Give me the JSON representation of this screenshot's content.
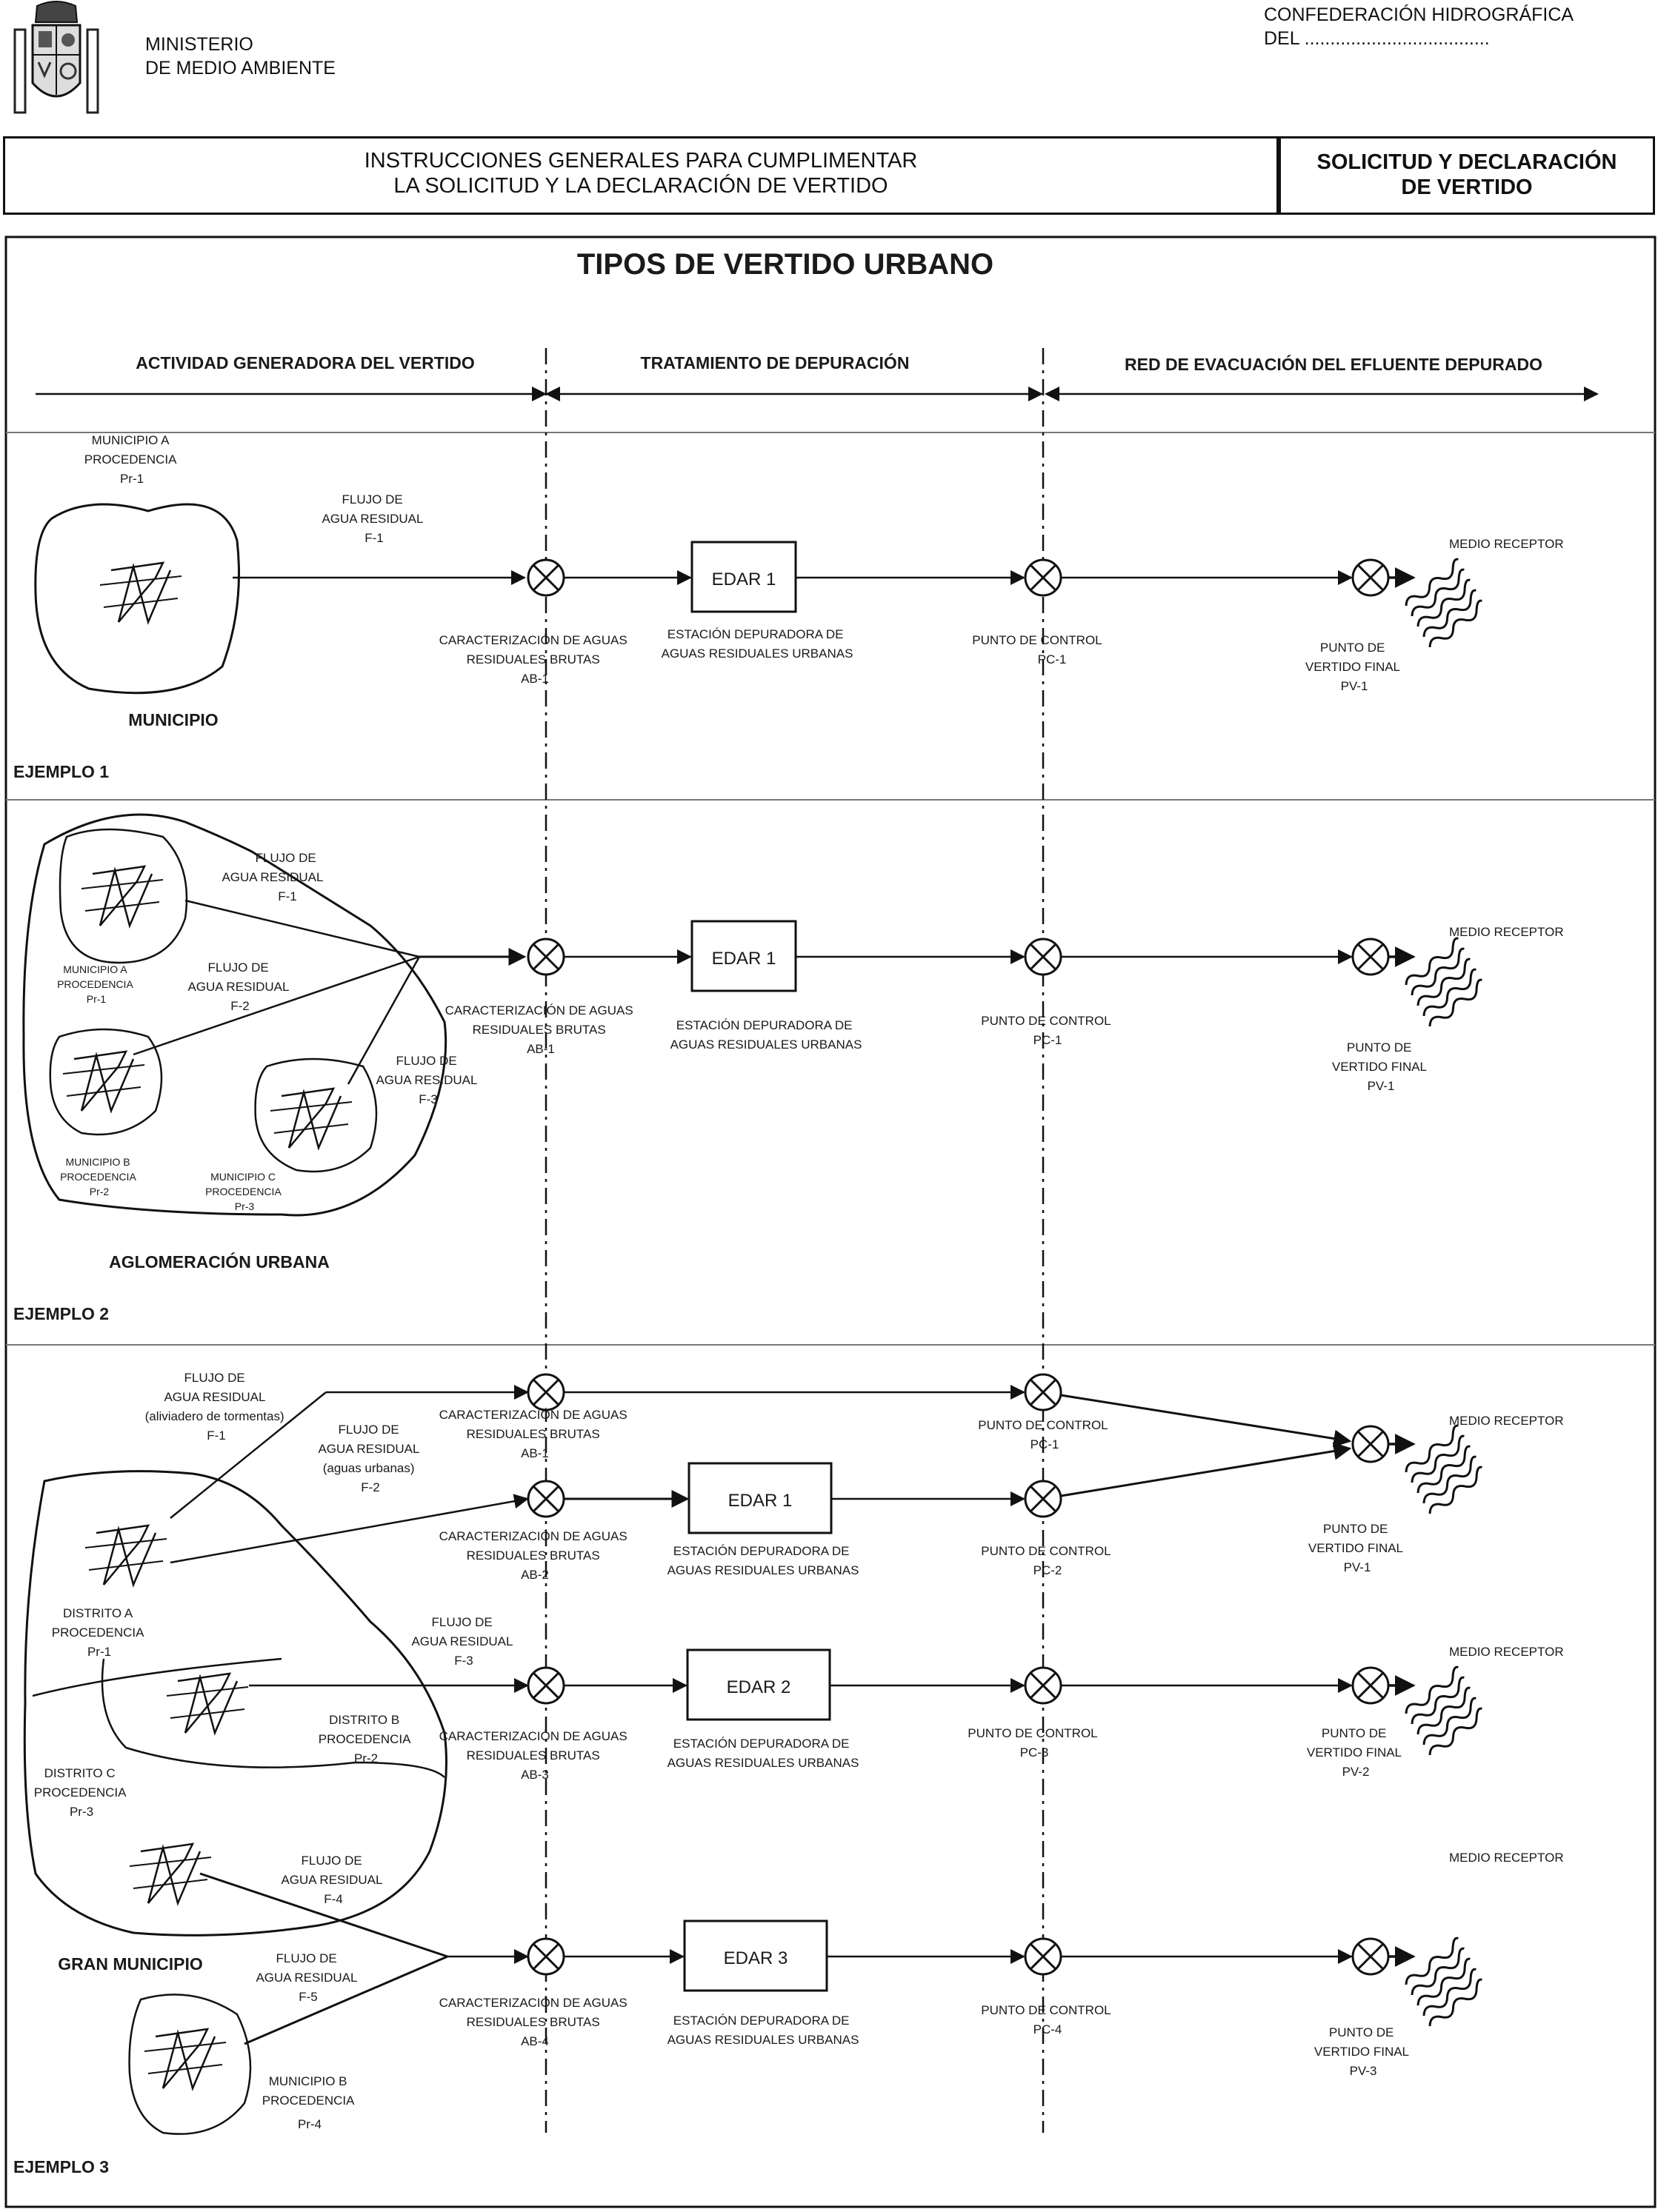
{
  "header": {
    "ministry_line1": "MINISTERIO",
    "ministry_line2": "DE MEDIO AMBIENTE",
    "confed_line1": "CONFEDERACIÓN HIDROGRÁFICA",
    "confed_line2": "DEL ....................................",
    "instructions_line1": "INSTRUCCIONES GENERALES PARA CUMPLIMENTAR",
    "instructions_line2": "LA SOLICITUD Y LA DECLARACIÓN DE VERTIDO",
    "form_line1": "SOLICITUD Y DECLARACIÓN",
    "form_line2": "DE VERTIDO"
  },
  "title": "TIPOS DE VERTIDO URBANO",
  "columns": {
    "activity": "ACTIVIDAD GENERADORA DEL VERTIDO",
    "treatment": "TRATAMIENTO DE DEPURACIÓN",
    "network": "RED DE EVACUACIÓN DEL EFLUENTE DEPURADO"
  },
  "common": {
    "medio_receptor": "MEDIO RECEPTOR",
    "char_l1": "CARACTERIZACIÓN DE AGUAS",
    "char_l2": "RESIDUALES BRUTAS",
    "edar_l1": "ESTACIÓN DEPURADORA DE",
    "edar_l2": "AGUAS RESIDUALES URBANAS",
    "control": "PUNTO DE CONTROL",
    "vertido_l1": "PUNTO DE",
    "vertido_l2": "VERTIDO FINAL",
    "flujo_l1": "FLUJO DE",
    "flujo_l2": "AGUA RESIDUAL"
  },
  "ex1": {
    "label": "EJEMPLO 1",
    "area_name": "MUNICIPIO",
    "mun_l1": "MUNICIPIO A",
    "mun_l2": "PROCEDENCIA",
    "mun_l3": "Pr-1",
    "flow": "F-1",
    "ab": "AB-1",
    "edar": "EDAR 1",
    "pc": "PC-1",
    "pv": "PV-1"
  },
  "ex2": {
    "label": "EJEMPLO 2",
    "area_name": "AGLOMERACIÓN URBANA",
    "munA_l1": "MUNICIPIO A",
    "munA_l2": "PROCEDENCIA",
    "munA_l3": "Pr-1",
    "munB_l1": "MUNICIPIO B",
    "munB_l2": "PROCEDENCIA",
    "munB_l3": "Pr-2",
    "munC_l1": "MUNICIPIO C",
    "munC_l2": "PROCEDENCIA",
    "munC_l3": "Pr-3",
    "f1": "F-1",
    "f2": "F-2",
    "f3": "F-3",
    "ab": "AB-1",
    "edar": "EDAR 1",
    "pc": "PC-1",
    "pv": "PV-1"
  },
  "ex3": {
    "label": "EJEMPLO 3",
    "area_name": "GRAN MUNICIPIO",
    "f1_note": "(aliviadero de tormentas)",
    "f1": "F-1",
    "f2_note": "(aguas urbanas)",
    "f2": "F-2",
    "f3": "F-3",
    "f4": "F-4",
    "f5": "F-5",
    "ab1": "AB-1",
    "ab2": "AB-2",
    "ab3": "AB-3",
    "ab4": "AB-4",
    "edar1": "EDAR 1",
    "edar2": "EDAR 2",
    "edar3": "EDAR 3",
    "pc1": "PC-1",
    "pc2": "PC-2",
    "pc3": "PC-3",
    "pc4": "PC-4",
    "pv1": "PV-1",
    "pv2": "PV-2",
    "pv3": "PV-3",
    "distA_l1": "DISTRITO A",
    "distA_l2": "PROCEDENCIA",
    "distA_l3": "Pr-1",
    "distB_l1": "DISTRITO B",
    "distB_l2": "PROCEDENCIA",
    "distB_l3": "Pr-2",
    "distC_l1": "DISTRITO C",
    "distC_l2": "PROCEDENCIA",
    "distC_l3": "Pr-3",
    "munB_l1": "MUNICIPIO B",
    "munB_l2": "PROCEDENCIA",
    "munB_l3": "Pr-4"
  }
}
